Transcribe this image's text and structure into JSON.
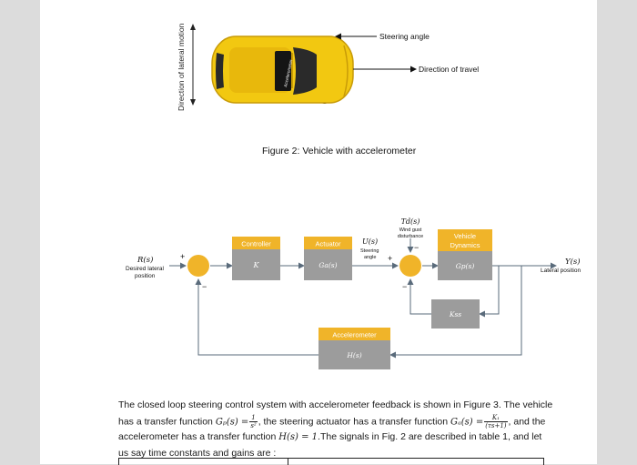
{
  "figure2": {
    "caption": "Figure 2: Vehicle with accelerometer",
    "side_label": "Direction of lateral motion",
    "steering_label": "Steering angle",
    "travel_label": "Direction of travel",
    "sensor_label": "Accelerometer",
    "car_color": "#f2c811"
  },
  "block_diagram": {
    "input_symbol": "R(s)",
    "input_desc_1": "Desired lateral",
    "input_desc_2": "position",
    "plus_1": "+",
    "minus_1": "−",
    "controller": {
      "title": "Controller",
      "tf": "K"
    },
    "actuator": {
      "title": "Actuator",
      "tf": "Ga(s)"
    },
    "u_symbol": "U(s)",
    "u_desc_1": "Steering",
    "u_desc_2": "angle",
    "plus_2": "+",
    "disturbance_symbol": "Td(s)",
    "disturbance_desc_1": "Wind gust",
    "disturbance_desc_2": "disturbance",
    "minus_d": "−",
    "minus_2": "−",
    "vehicle": {
      "title_1": "Vehicle",
      "title_2": "Dynamics",
      "tf": "Gp(s)"
    },
    "inner_gain": "Kss",
    "output_symbol": "Y(s)",
    "output_desc": "Lateral position",
    "accelerometer": {
      "title": "Accelerometer",
      "tf": "H(s)"
    },
    "title_color": "#f0b429",
    "box_color": "#9c9c9c",
    "junction_color": "#f0b429",
    "line_color": "#5a6b7b"
  },
  "paragraph": {
    "s1": "The closed loop steering control system with accelerometer feedback is shown in Figure 3. The vehicle has a transfer function",
    "gp_lhs": "Gₚ(s) =",
    "gp_num": "1",
    "gp_den": "s²",
    "s2": ", the steering actuator has a transfer function",
    "ga_lhs": "Gₐ(s) =",
    "ga_num": "K₁",
    "ga_den": "(τs+1)",
    "s3": ", and the accelerometer has a transfer function",
    "h_expr": "H(s) = 1",
    "s4": ".The signals in Fig. 2 are described in table 1, and let us say time constants and gains are :"
  }
}
